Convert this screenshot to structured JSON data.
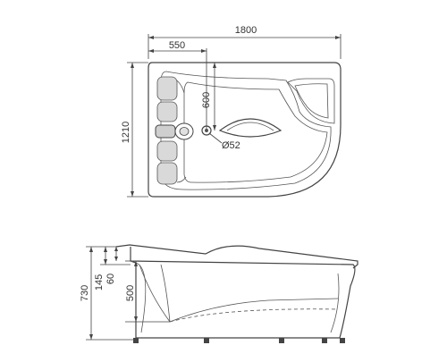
{
  "diagram": {
    "top_view": {
      "overall_width": "1800",
      "drain_offset_x": "550",
      "drain_offset_y": "600",
      "overall_depth": "1210",
      "drain_diameter": "Ø52"
    },
    "side_view": {
      "overall_height": "730",
      "rim_height": "145",
      "rim_inner": "60",
      "inner_depth": "500"
    }
  }
}
